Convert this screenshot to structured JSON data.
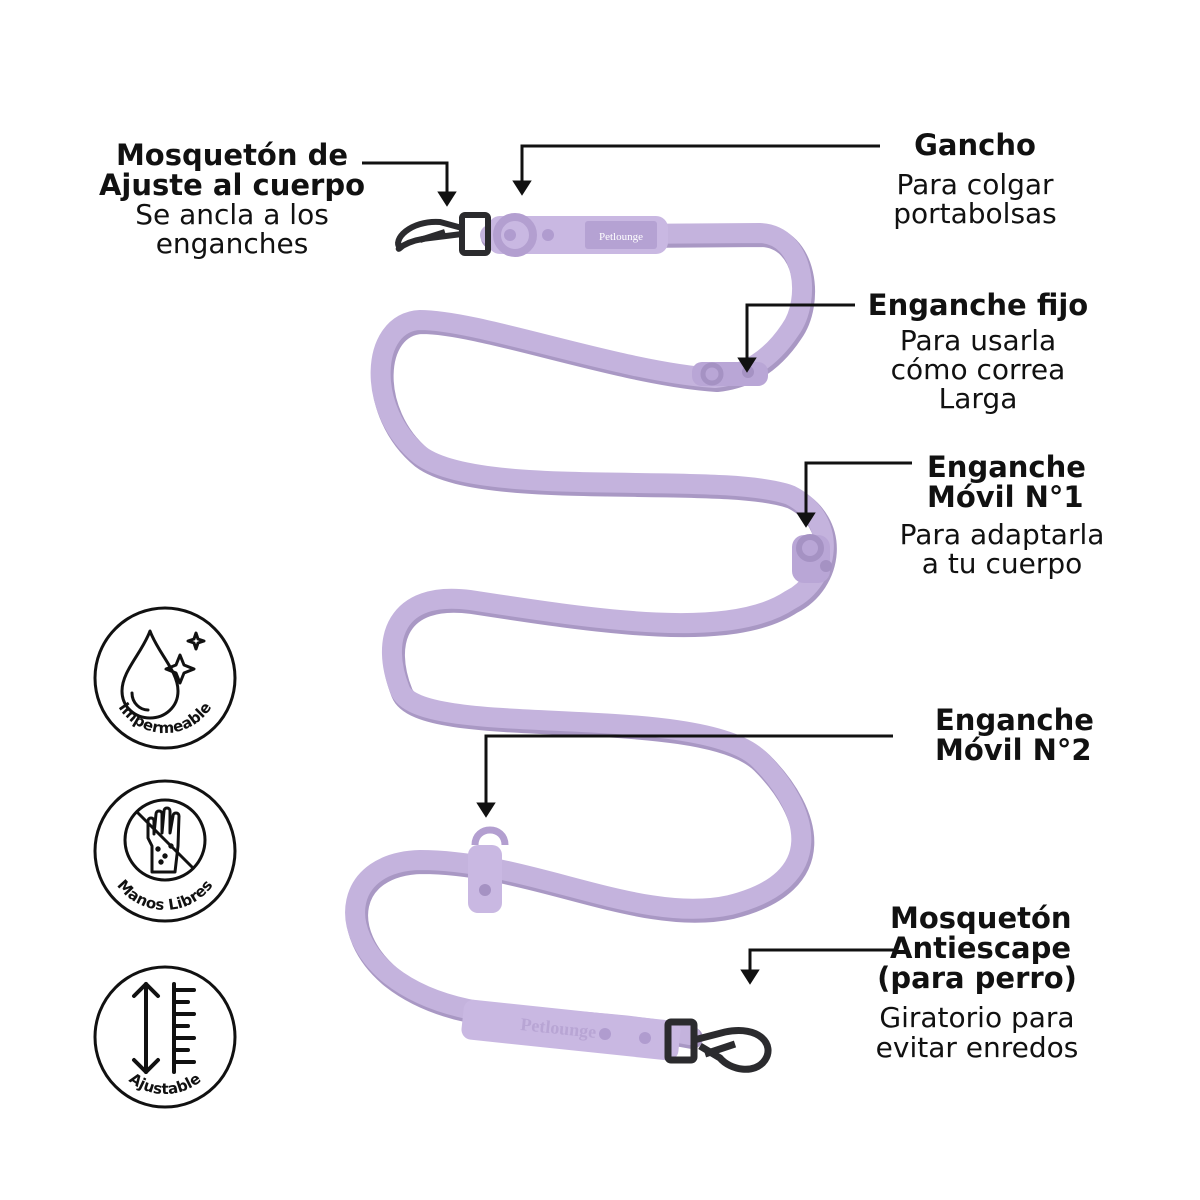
{
  "callouts": {
    "body_clip": {
      "title_1": "Mosquetón de",
      "title_2": "Ajuste al cuerpo",
      "sub_1": "Se ancla a los",
      "sub_2": "enganches"
    },
    "hook": {
      "title_1": "Gancho",
      "sub_1": "Para colgar",
      "sub_2": "portabolsas"
    },
    "fixed_ring": {
      "title_1": "Enganche fijo",
      "sub_1": "Para usarla",
      "sub_2": "cómo correa",
      "sub_3": "Larga"
    },
    "mobile_ring_1": {
      "title_1": "Enganche",
      "title_2": "Móvil N°1",
      "sub_1": "Para adaptarla",
      "sub_2": "a tu cuerpo"
    },
    "mobile_ring_2": {
      "title_1": "Enganche",
      "title_2": "Móvil N°2"
    },
    "dog_clip": {
      "title_1": "Mosquetón",
      "title_2": "Antiescape",
      "title_3": "(para perro)",
      "sub_1": "Giratorio para",
      "sub_2": "evitar enredos"
    }
  },
  "features": [
    {
      "label": "Impermeable",
      "icon": "water-drop-sparkle-icon"
    },
    {
      "label": "Manos Libres",
      "icon": "no-hand-icon"
    },
    {
      "label": "Ajustable",
      "icon": "adjust-ruler-icon"
    }
  ],
  "brand": {
    "tag_text": "Petlounge",
    "strap_text": "Petlounge"
  },
  "colors": {
    "strap": "#c4b3dd",
    "strap_shadow": "#a998c4",
    "hardware": "#2b2b2e",
    "ink": "#111111"
  }
}
